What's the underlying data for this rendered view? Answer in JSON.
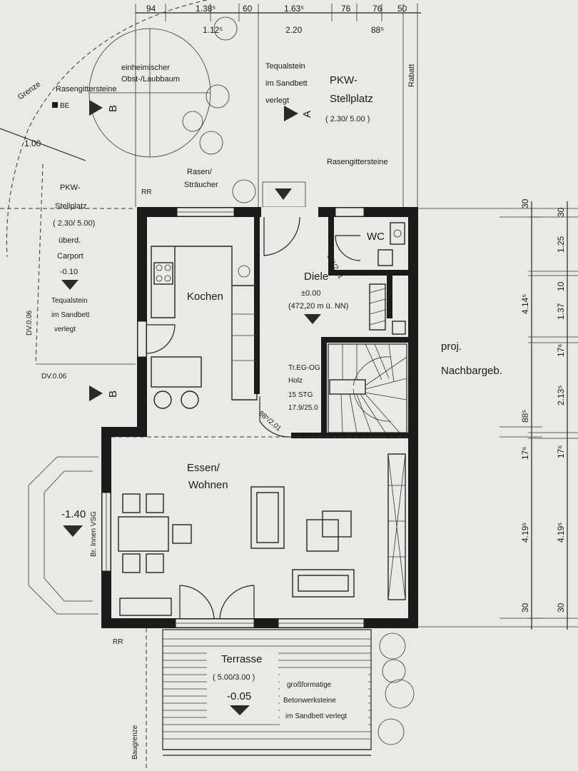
{
  "dimensions": {
    "top": [
      "94",
      "1.38⁵",
      "1.12⁵",
      "60",
      "1.63⁵",
      "2.20",
      "76",
      "76",
      "88⁵",
      "50"
    ],
    "left_setback": "1.00",
    "right_outer": [
      "30",
      "4.14⁵",
      "88⁵",
      "17⁶",
      "4.19⁵",
      "30"
    ],
    "right_inner": [
      "30",
      "1.25",
      "10",
      "1.37",
      "17⁶",
      "2.13⁵",
      "17⁶",
      "4.19⁵",
      "30"
    ],
    "dv_vertical": "DV.0.06",
    "dv_horizontal": "DV.0.06"
  },
  "labels": {
    "grenze": "Grenze",
    "rasengitter_left": "Rasengittersteine",
    "be": "BE",
    "baum": [
      "einheimischer",
      "Obst-/Laubbaum"
    ],
    "tequal_top": [
      "Tequalstein",
      "im Sandbett",
      "verlegt"
    ],
    "pkw_right": [
      "PKW-",
      "Stellplatz",
      "( 2.30/ 5.00 )"
    ],
    "rabatt": "Rabatt",
    "rasengitter_right": "Rasengittersteine",
    "rasen": [
      "Rasen/",
      "Sträucher"
    ],
    "rr_top": "RR",
    "rr_bottom": "RR",
    "carport": [
      "PKW-",
      "Stellplatz",
      "( 2.30/ 5.00)",
      "überd.",
      "Carport",
      "-0.10"
    ],
    "tequal_left": [
      "Tequalstein",
      "im Sandbett",
      "verlegt"
    ],
    "kochen": "Kochen",
    "wc": "WC",
    "wc_door": "64⁵/2.01",
    "diele": [
      "Diele",
      "±0.00",
      "(472,20 m ü. NN)"
    ],
    "treppe": [
      "Tr.EG-OG",
      "Holz",
      "15 STG",
      "17.9/25.0"
    ],
    "kitchen_door": "88⁵/2.01",
    "nachbar": [
      "proj.",
      "Nachbargeb."
    ],
    "essen": [
      "Essen/",
      "Wohnen"
    ],
    "garden_level": "-1.40",
    "vsg": "Br. Innen VSG",
    "terrasse": [
      "Terrasse",
      "( 5.00/3.00 )",
      "-0.05"
    ],
    "beton": [
      "großformatige",
      "Betonwerksteine",
      "im Sandbett  verlegt"
    ],
    "baugrenze": "Baugrenze",
    "section_a": "A",
    "section_b": "B"
  }
}
